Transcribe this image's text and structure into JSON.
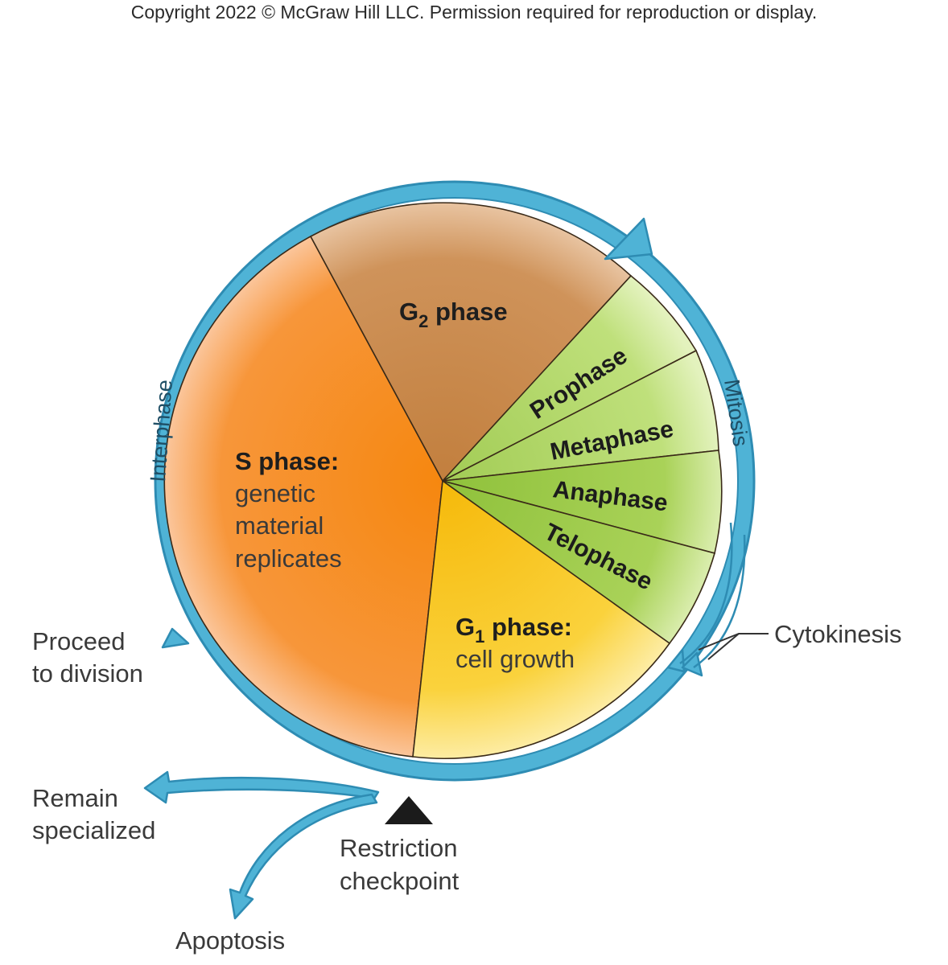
{
  "copyright": "Copyright 2022 © McGraw Hill LLC. Permission required for reproduction or display.",
  "ring": {
    "interphase": "Interphase",
    "mitosis": "Mitosis"
  },
  "phases": {
    "g2": {
      "letter": "G",
      "sub": "2",
      "rest": " phase"
    },
    "s": {
      "title": "S phase:",
      "lines": [
        "genetic",
        "material",
        "replicates"
      ]
    },
    "g1": {
      "letter": "G",
      "sub": "1",
      "rest": " phase:",
      "desc": "cell growth"
    }
  },
  "mitosis_stages": [
    "Prophase",
    "Metaphase",
    "Anaphase",
    "Telophase"
  ],
  "outside_labels": {
    "cytokinesis": "Cytokinesis",
    "proceed": [
      "Proceed",
      "to division"
    ],
    "remain": [
      "Remain",
      "specialized"
    ],
    "checkpoint": [
      "Restriction",
      "checkpoint"
    ],
    "apoptosis": "Apoptosis"
  },
  "colors": {
    "ring": "#4fb3d6",
    "ring_dark": "#2a86ad",
    "s_phase": "#f4932e",
    "g2_phase": "#c98a4f",
    "g1_phase": "#f9c623",
    "mitosis_light": "#c5e27f",
    "mitosis_dark": "#98c940"
  }
}
